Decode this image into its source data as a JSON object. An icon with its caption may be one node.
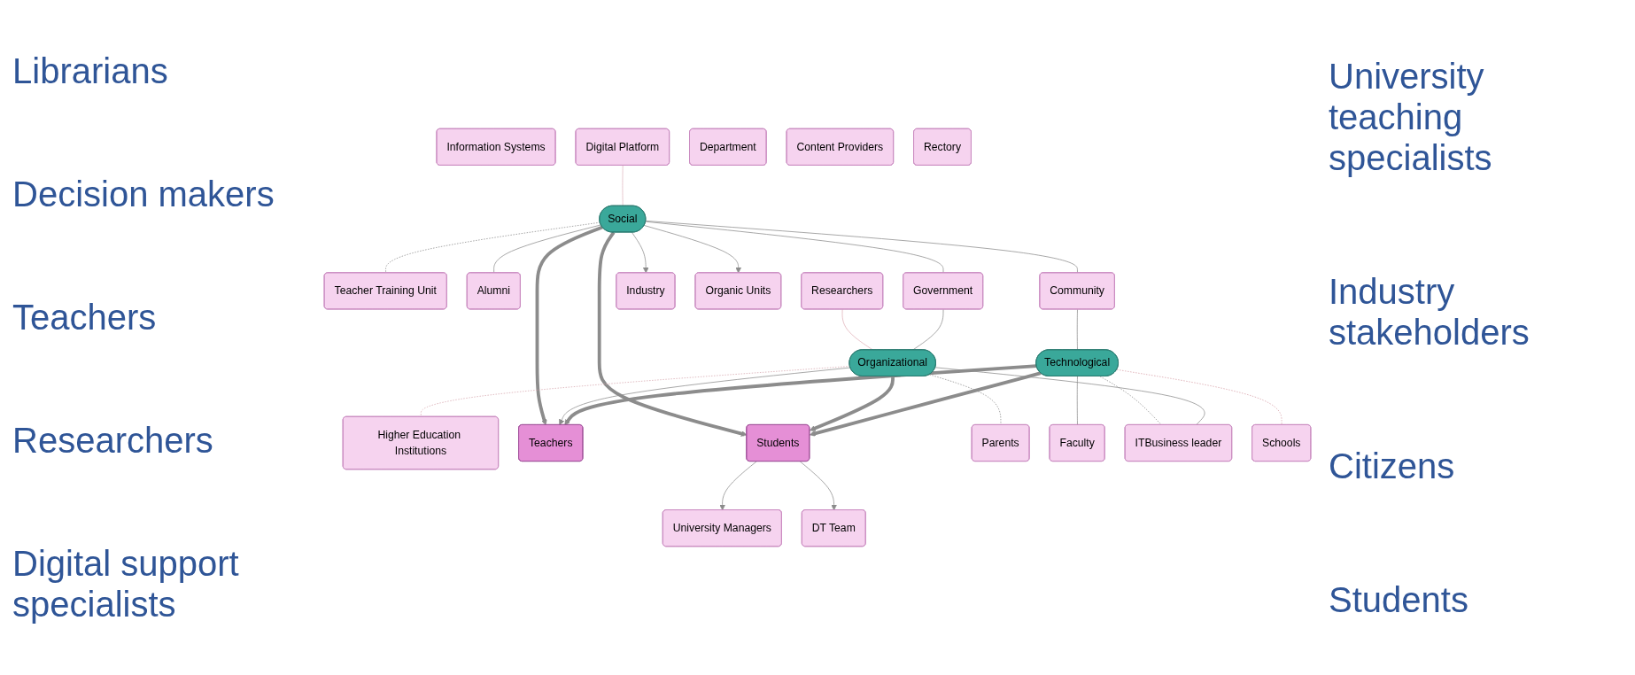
{
  "diagram": {
    "nodes": [
      {
        "text": [
          "Teacher Training Unit"
        ]
      },
      {
        "text": [
          "Higher Education Institutions"
        ]
      },
      {
        "text": [
          "Information Systems"
        ]
      },
      {
        "text": [
          "Alumni"
        ]
      },
      {
        "text": [
          "Government"
        ]
      },
      {
        "text": [
          "Community"
        ]
      },
      {
        "text": [
          "Social"
        ]
      },
      {
        "text": [
          "Digital Platform"
        ]
      },
      {
        "text": [
          "Industry"
        ]
      },
      {
        "text": [
          "Department"
        ]
      },
      {
        "text": [
          "Organic Units"
        ]
      },
      {
        "text": [
          "Teachers"
        ]
      },
      {
        "text": [
          "Students"
        ]
      },
      {
        "text": [
          "Researchers"
        ]
      },
      {
        "text": [
          "Organizational"
        ]
      },
      {
        "text": [
          "Parents"
        ]
      },
      {
        "text": [
          "University Managers"
        ]
      },
      {
        "text": [
          "Faculty"
        ]
      },
      {
        "text": [
          "DT Team"
        ]
      },
      {
        "text": [
          "ITBusiness leader"
        ]
      },
      {
        "text": [
          "Technological"
        ]
      },
      {
        "text": [
          "Schools"
        ]
      },
      {
        "text": [
          "Content Providers"
        ]
      },
      {
        "text": [
          "Rectory"
        ]
      }
    ],
    "edges": [
      {
        "from": 6,
        "to": 11,
        "arrow": "to",
        "style": "thick"
      },
      {
        "from": 6,
        "to": 12,
        "arrow": "to",
        "style": "thick"
      },
      {
        "from": 6,
        "to": 8,
        "arrow": "to"
      },
      {
        "from": 6,
        "to": 10,
        "arrow": "to"
      },
      {
        "from": 14,
        "to": 11,
        "arrow": "to"
      },
      {
        "from": 14,
        "to": 12,
        "arrow": "to",
        "style": "thick"
      },
      {
        "from": 20,
        "to": 11,
        "arrow": "to",
        "style": "thick"
      },
      {
        "from": 20,
        "to": 12,
        "arrow": "to",
        "style": "thick"
      },
      {
        "from": 12,
        "to": 16,
        "arrow": "to"
      },
      {
        "from": 12,
        "to": 18,
        "arrow": "to"
      },
      {
        "from": 6,
        "to": 4,
        "arrow": "none"
      },
      {
        "from": 6,
        "to": 5,
        "arrow": "none"
      },
      {
        "from": 6,
        "to": 3,
        "arrow": "none"
      },
      {
        "from": 7,
        "to": 6,
        "arrow": "none",
        "color": "#e0b8c0"
      },
      {
        "from": 6,
        "to": 0,
        "arrow": "none",
        "style": "dashed"
      },
      {
        "from": 14,
        "to": 1,
        "arrow": "none",
        "style": "dashed",
        "color": "#d8a8b0"
      },
      {
        "from": 14,
        "to": 15,
        "arrow": "none",
        "style": "dashed"
      },
      {
        "from": 13,
        "to": 14,
        "arrow": "none",
        "color": "#e0b0b8"
      },
      {
        "from": 20,
        "to": 17,
        "arrow": "none"
      },
      {
        "from": 20,
        "to": 19,
        "arrow": "none",
        "style": "dashed"
      },
      {
        "from": 20,
        "to": 21,
        "arrow": "none",
        "style": "dashed",
        "color": "#d8a0a8"
      },
      {
        "from": 14,
        "to": 19,
        "arrow": "none"
      },
      {
        "from": 4,
        "to": 14,
        "arrow": "none"
      },
      {
        "from": 5,
        "to": 20,
        "arrow": "none"
      }
    ],
    "labels": [
      "Librarians",
      "University teaching specialists",
      "Decision makers",
      "Industry stakeholders",
      "Teachers",
      "Citizens",
      "Researchers",
      "Students",
      "Digital support specialists"
    ]
  }
}
